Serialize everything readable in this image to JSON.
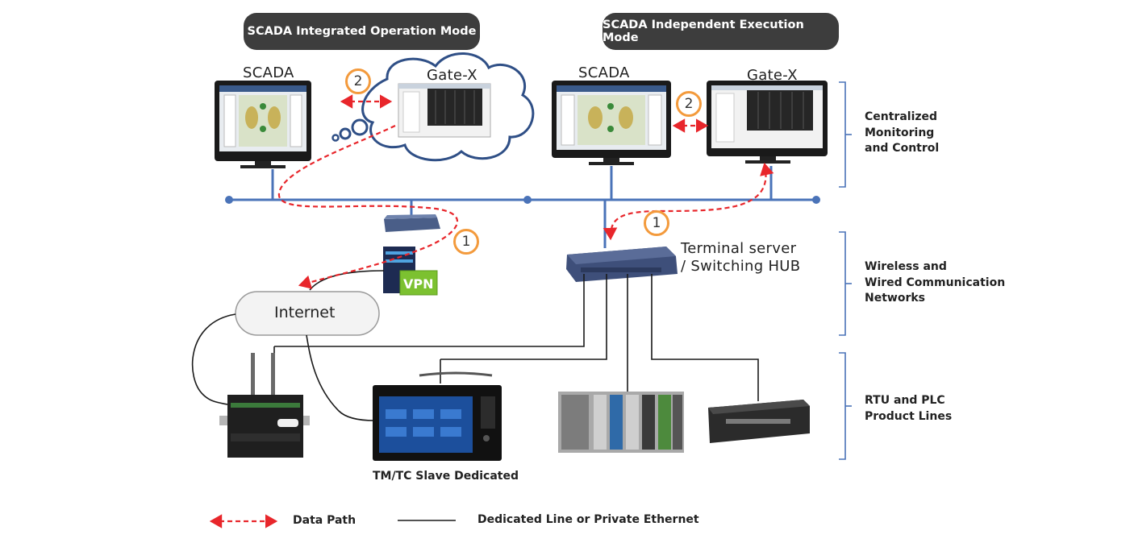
{
  "modes": {
    "integrated": "SCADA Integrated Operation Mode",
    "independent": "SCADA Independent Execution Mode"
  },
  "devices": {
    "scada_left": "SCADA",
    "gatex_left": "Gate-X",
    "scada_right": "SCADA",
    "gatex_right": "Gate-X",
    "terminal_server_line1": "Terminal server",
    "terminal_server_line2": "/ Switching HUB",
    "internet": "Internet",
    "vpn": "VPN",
    "tmtc": "TM/TC Slave Dedicated"
  },
  "steps": {
    "left_2": "2",
    "left_1": "1",
    "right_2": "2",
    "right_1": "1"
  },
  "tiers": {
    "control": [
      "Centralized",
      "Monitoring",
      "and Control"
    ],
    "network": [
      "Wireless and",
      "Wired Communication",
      "Networks"
    ],
    "products": [
      "RTU and PLC",
      "Product Lines"
    ]
  },
  "legend": {
    "data_path": "Data Path",
    "dedicated_line": "Dedicated Line or Private Ethernet"
  },
  "colors": {
    "pill": "#3d3d3d",
    "data_path": "#e8262b",
    "step_ring": "#f39a3c",
    "bus": "#4a73b8",
    "vpn": "#7cc130"
  }
}
